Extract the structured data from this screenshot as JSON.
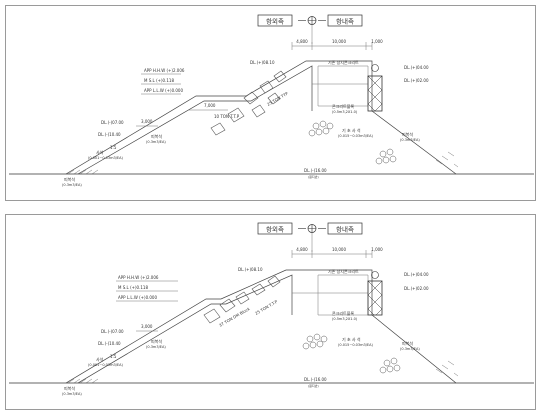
{
  "panels": [
    {
      "id": "top",
      "direction": {
        "left": "항외측",
        "right": "항내측"
      },
      "dims": {
        "left": "4,800",
        "middle": "10,000",
        "right": "1,000",
        "berm": "7,000",
        "toe": "3,000",
        "slope": "1:5"
      },
      "water_levels": [
        {
          "abbr": "APP",
          "label": "H.H.W",
          "value": "(+)2.006"
        },
        {
          "abbr": "M",
          "label": "S.L",
          "value": "(+)0.118"
        },
        {
          "abbr": "APP",
          "label": "L.L.W",
          "value": "(+)0.000"
        }
      ],
      "elevations": {
        "crest": "DL.(+)08.10",
        "inner_top": "DL.(+)04.00",
        "inner_mid": "DL.(+)02.00",
        "outer_mid": "DL.(-)07.00",
        "outer_low": "DL.(-)10.40",
        "seabed": "DL.(-)16.00"
      },
      "labels": {
        "crown": "기존 상치콘크리트",
        "caisson": "콘크리트블록",
        "caisson_sub": "(0.5m3,2X1.0)",
        "armor_outer": "25 TON TTP",
        "armor_inner": "10 TON T.T.P",
        "filter": "피복석",
        "filter_sub": "(0.3m3/EA)",
        "core": "사석",
        "core_sub": "(0.001~0.03m3/EA)",
        "core2": "기 초 사 석",
        "core2_sub": "(0.015~0.03m3/EA)",
        "seabed_sub": "(원지반)",
        "toe": "피복석",
        "toe_sub": "(0.3m3/EA)",
        "inner_toe": "피복석",
        "inner_toe_sub": "(0.3m3/EA)"
      }
    },
    {
      "id": "bottom",
      "direction": {
        "left": "항외측",
        "right": "항내측"
      },
      "dims": {
        "left": "4,800",
        "middle": "10,000",
        "right": "1,000",
        "berm": "",
        "toe": "3,000",
        "slope": "1:5"
      },
      "water_levels": [
        {
          "abbr": "APP",
          "label": "H.H.W",
          "value": "(+)2.006"
        },
        {
          "abbr": "M",
          "label": "S.L",
          "value": "(+)0.118"
        },
        {
          "abbr": "APP",
          "label": "L.L.W",
          "value": "(+)0.000"
        }
      ],
      "elevations": {
        "crest": "DL.(+)08.10",
        "inner_top": "DL.(+)04.00",
        "inner_mid": "DL.(+)02.00",
        "outer_mid": "DL.(-)07.00",
        "outer_low": "DL.(-)10.40",
        "seabed": "DL.(-)16.00"
      },
      "labels": {
        "crown": "기존 상치콘크리트",
        "caisson": "콘크리트블록",
        "caisson_sub": "(0.5m3,2X1.0)",
        "armor_outer": "37 TON DM Block",
        "armor_inner": "25 TON T.T.P",
        "filter": "피복석",
        "filter_sub": "(0.3m3/EA)",
        "core": "사석",
        "core_sub": "(0.001~0.03m3/EA)",
        "core2": "기 초 사 석",
        "core2_sub": "(0.015~0.03m3/EA)",
        "seabed_sub": "(원지반)",
        "toe": "피복석",
        "toe_sub": "(0.3m3/EA)",
        "inner_toe": "피복석",
        "inner_toe_sub": "(0.3m3/EA)"
      }
    }
  ]
}
